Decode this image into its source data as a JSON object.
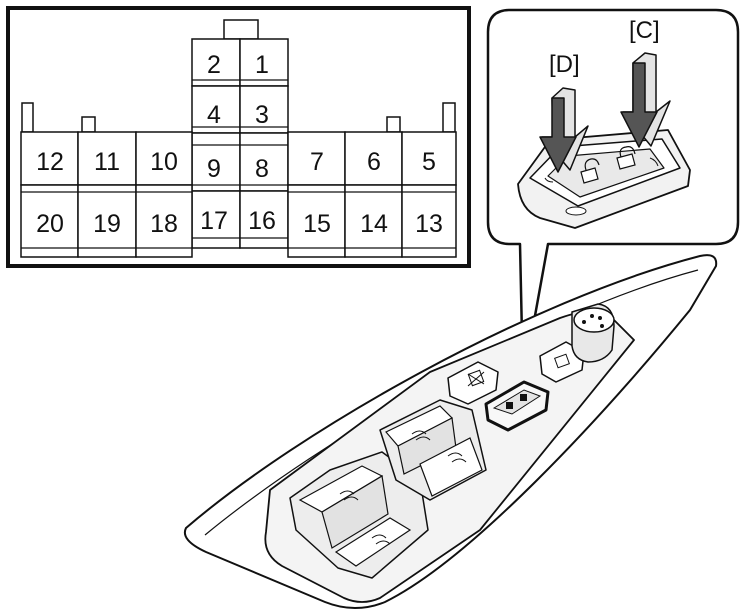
{
  "connector": {
    "pins": [
      "1",
      "2",
      "3",
      "4",
      "5",
      "6",
      "7",
      "8",
      "9",
      "10",
      "11",
      "12",
      "13",
      "14",
      "15",
      "16",
      "17",
      "18",
      "19",
      "20"
    ]
  },
  "callouts": {
    "c_label": "[C]",
    "d_label": "[D]"
  },
  "colors": {
    "line": "#111111",
    "panel": "#f4f4f4",
    "switch": "#e6e6e6",
    "arrow": "#6a6a6a"
  }
}
